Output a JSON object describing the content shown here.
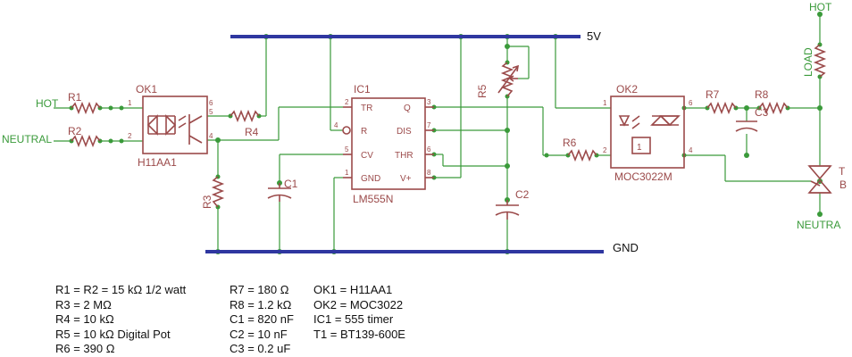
{
  "rails": {
    "vcc": "5V",
    "gnd": "GND"
  },
  "nets": {
    "hot_in": "HOT",
    "neutral_in": "NEUTRAL",
    "hot_out": "HOT",
    "neutral_out": "NEUTRA",
    "load": "LOAD"
  },
  "parts": {
    "r1": "R1",
    "r2": "R2",
    "r3": "R3",
    "r4": "R4",
    "r5": "R5",
    "r6": "R6",
    "r7": "R7",
    "r8": "R8",
    "c1": "C1",
    "c2": "C2",
    "c3": "C3",
    "ok1": "OK1",
    "ok1_part": "H11AA1",
    "ok2": "OK2",
    "ok2_part": "MOC3022M",
    "ic1": "IC1",
    "ic1_part": "LM555N",
    "t1": "T",
    "t1_sub": "B"
  },
  "ic_pins": {
    "tr": "TR",
    "r": "R",
    "cv": "CV",
    "gnd": "GND",
    "q": "Q",
    "dis": "DIS",
    "thr": "THR",
    "vplus": "V+"
  },
  "pin_numbers": {
    "n1": "1",
    "n2": "2",
    "n3": "3",
    "n4": "4",
    "n5": "5",
    "n6": "6",
    "n7": "7",
    "n8": "8"
  },
  "ok2_inner": "1",
  "legend": {
    "col1": [
      "R1 = R2 = 15 kΩ 1/2 watt",
      "R3 = 2 MΩ",
      "R4 = 10 kΩ",
      "R5 = 10 kΩ Digital Pot",
      "R6 = 390 Ω"
    ],
    "col2": [
      "R7 = 180 Ω",
      "R8 = 1.2 kΩ",
      "C1 = 820 nF",
      "C2 = 10 nF",
      "C3 = 0.2 uF"
    ],
    "col3": [
      "OK1 = H11AA1",
      "OK2 = MOC3022",
      "IC1 = 555 timer",
      "T1 = BT139-600E"
    ]
  }
}
